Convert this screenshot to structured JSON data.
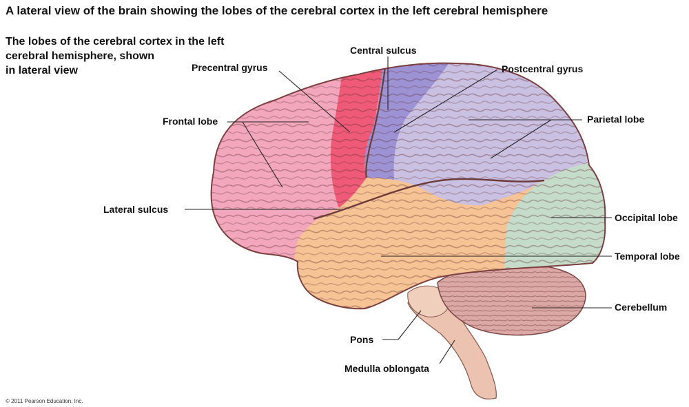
{
  "title": "A lateral view of the brain showing the lobes of the cerebral cortex in the left cerebral hemisphere",
  "subtitle_lines": [
    "The lobes of the cerebral cortex in the left",
    "cerebral hemisphere, shown",
    "in lateral view"
  ],
  "labels": {
    "central_sulcus": "Central sulcus",
    "precentral_gyrus": "Precentral gyrus",
    "postcentral_gyrus": "Postcentral gyrus",
    "frontal_lobe": "Frontal lobe",
    "parietal_lobe": "Parietal lobe",
    "lateral_sulcus": "Lateral sulcus",
    "occipital_lobe": "Occipital lobe",
    "temporal_lobe": "Temporal lobe",
    "cerebellum": "Cerebellum",
    "pons": "Pons",
    "medulla_oblongata": "Medulla oblongata"
  },
  "copyright": "© 2011 Pearson Education, Inc.",
  "colors": {
    "frontal": "#f3a7bd",
    "precentral": "#ee5a78",
    "postcentral": "#9c92d4",
    "parietal": "#c9c0e2",
    "occipital": "#c6dccb",
    "temporal": "#f6c394",
    "cerebellum": "#dca8a6",
    "brainstem": "#ecc3b0",
    "leader_line": "#222222"
  }
}
